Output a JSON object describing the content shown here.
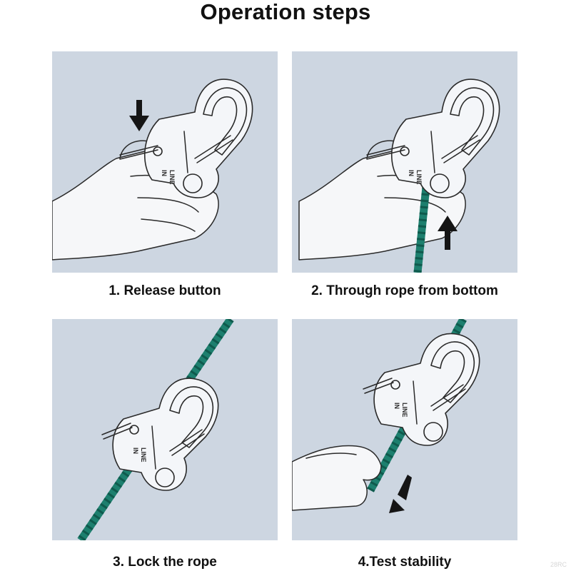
{
  "title": "Operation steps",
  "device_label": [
    "LINE",
    "IN"
  ],
  "steps": [
    {
      "caption": "1. Release button"
    },
    {
      "caption": "2. Through rope from bottom"
    },
    {
      "caption": "3. Lock the rope"
    },
    {
      "caption": "4.Test stability"
    }
  ],
  "watermark": "28RC",
  "colors": {
    "panel_background": "#cdd6e1",
    "rope": "#1d7f6e",
    "arrow": "#151515"
  }
}
